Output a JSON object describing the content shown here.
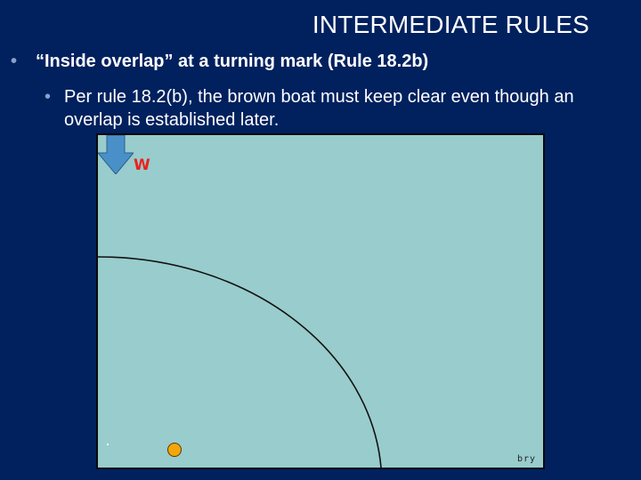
{
  "slide": {
    "title": "INTERMEDIATE RULES",
    "bullet_marker": "•",
    "bullet_1": "“Inside overlap” at a turning mark (Rule 18.2b)",
    "bullet_2": "Per rule 18.2(b), the brown boat must keep clear even though an overlap is established later."
  },
  "diagram": {
    "wind_label": "W",
    "signature": "bry",
    "colors": {
      "water": "#99cccc",
      "wind_arrow": "#4a90c8",
      "wind_label": "#e8231f",
      "boat": "#f2a60a",
      "zone_circle": "#111111",
      "background": "#00215e"
    },
    "icons": {
      "wind": "down-arrow-icon",
      "boat": "circle-icon"
    }
  }
}
